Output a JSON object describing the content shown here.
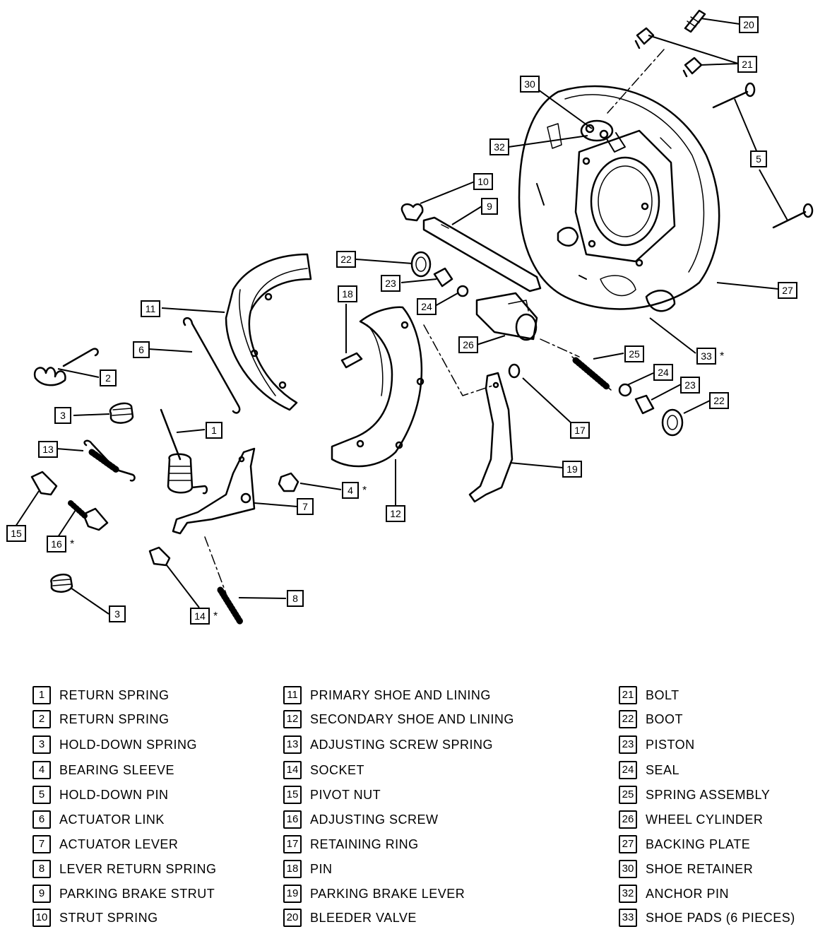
{
  "callouts": [
    {
      "id": "c20",
      "num": "20"
    },
    {
      "id": "c21",
      "num": "21"
    },
    {
      "id": "c30",
      "num": "30"
    },
    {
      "id": "c32",
      "num": "32"
    },
    {
      "id": "c5",
      "num": "5"
    },
    {
      "id": "c10",
      "num": "10"
    },
    {
      "id": "c9",
      "num": "9"
    },
    {
      "id": "c22a",
      "num": "22"
    },
    {
      "id": "c23a",
      "num": "23"
    },
    {
      "id": "c27",
      "num": "27"
    },
    {
      "id": "c11",
      "num": "11"
    },
    {
      "id": "c18",
      "num": "18"
    },
    {
      "id": "c24a",
      "num": "24"
    },
    {
      "id": "c26",
      "num": "26"
    },
    {
      "id": "c33",
      "num": "33",
      "mark": "*"
    },
    {
      "id": "c6",
      "num": "6"
    },
    {
      "id": "c25",
      "num": "25"
    },
    {
      "id": "c2",
      "num": "2"
    },
    {
      "id": "c24b",
      "num": "24"
    },
    {
      "id": "c23b",
      "num": "23"
    },
    {
      "id": "c22b",
      "num": "22"
    },
    {
      "id": "c3a",
      "num": "3"
    },
    {
      "id": "c17",
      "num": "17"
    },
    {
      "id": "c1",
      "num": "1"
    },
    {
      "id": "c13",
      "num": "13"
    },
    {
      "id": "c19",
      "num": "19"
    },
    {
      "id": "c4",
      "num": "4",
      "mark": "*"
    },
    {
      "id": "c7",
      "num": "7"
    },
    {
      "id": "c12",
      "num": "12"
    },
    {
      "id": "c15",
      "num": "15"
    },
    {
      "id": "c16",
      "num": "16",
      "mark": "*"
    },
    {
      "id": "c8",
      "num": "8"
    },
    {
      "id": "c3b",
      "num": "3"
    },
    {
      "id": "c14",
      "num": "14",
      "mark": "*"
    }
  ],
  "legend": {
    "col1": [
      {
        "num": "1",
        "label": "RETURN SPRING"
      },
      {
        "num": "2",
        "label": "RETURN SPRING"
      },
      {
        "num": "3",
        "label": "HOLD-DOWN SPRING"
      },
      {
        "num": "4",
        "label": "BEARING SLEEVE"
      },
      {
        "num": "5",
        "label": "HOLD-DOWN PIN"
      },
      {
        "num": "6",
        "label": "ACTUATOR LINK"
      },
      {
        "num": "7",
        "label": "ACTUATOR LEVER"
      },
      {
        "num": "8",
        "label": "LEVER RETURN SPRING"
      },
      {
        "num": "9",
        "label": "PARKING BRAKE STRUT"
      },
      {
        "num": "10",
        "label": "STRUT SPRING"
      }
    ],
    "col2": [
      {
        "num": "11",
        "label": "PRIMARY SHOE AND LINING"
      },
      {
        "num": "12",
        "label": "SECONDARY SHOE AND LINING"
      },
      {
        "num": "13",
        "label": "ADJUSTING SCREW SPRING"
      },
      {
        "num": "14",
        "label": "SOCKET"
      },
      {
        "num": "15",
        "label": "PIVOT NUT"
      },
      {
        "num": "16",
        "label": "ADJUSTING SCREW"
      },
      {
        "num": "17",
        "label": "RETAINING RING"
      },
      {
        "num": "18",
        "label": "PIN"
      },
      {
        "num": "19",
        "label": "PARKING BRAKE LEVER"
      },
      {
        "num": "20",
        "label": "BLEEDER VALVE"
      }
    ],
    "col3": [
      {
        "num": "21",
        "label": "BOLT"
      },
      {
        "num": "22",
        "label": "BOOT"
      },
      {
        "num": "23",
        "label": "PISTON"
      },
      {
        "num": "24",
        "label": "SEAL"
      },
      {
        "num": "25",
        "label": "SPRING ASSEMBLY"
      },
      {
        "num": "26",
        "label": "WHEEL CYLINDER"
      },
      {
        "num": "27",
        "label": "BACKING PLATE"
      },
      {
        "num": "30",
        "label": "SHOE RETAINER"
      },
      {
        "num": "32",
        "label": "ANCHOR PIN"
      },
      {
        "num": "33",
        "label": "SHOE PADS (6 PIECES)"
      }
    ]
  }
}
